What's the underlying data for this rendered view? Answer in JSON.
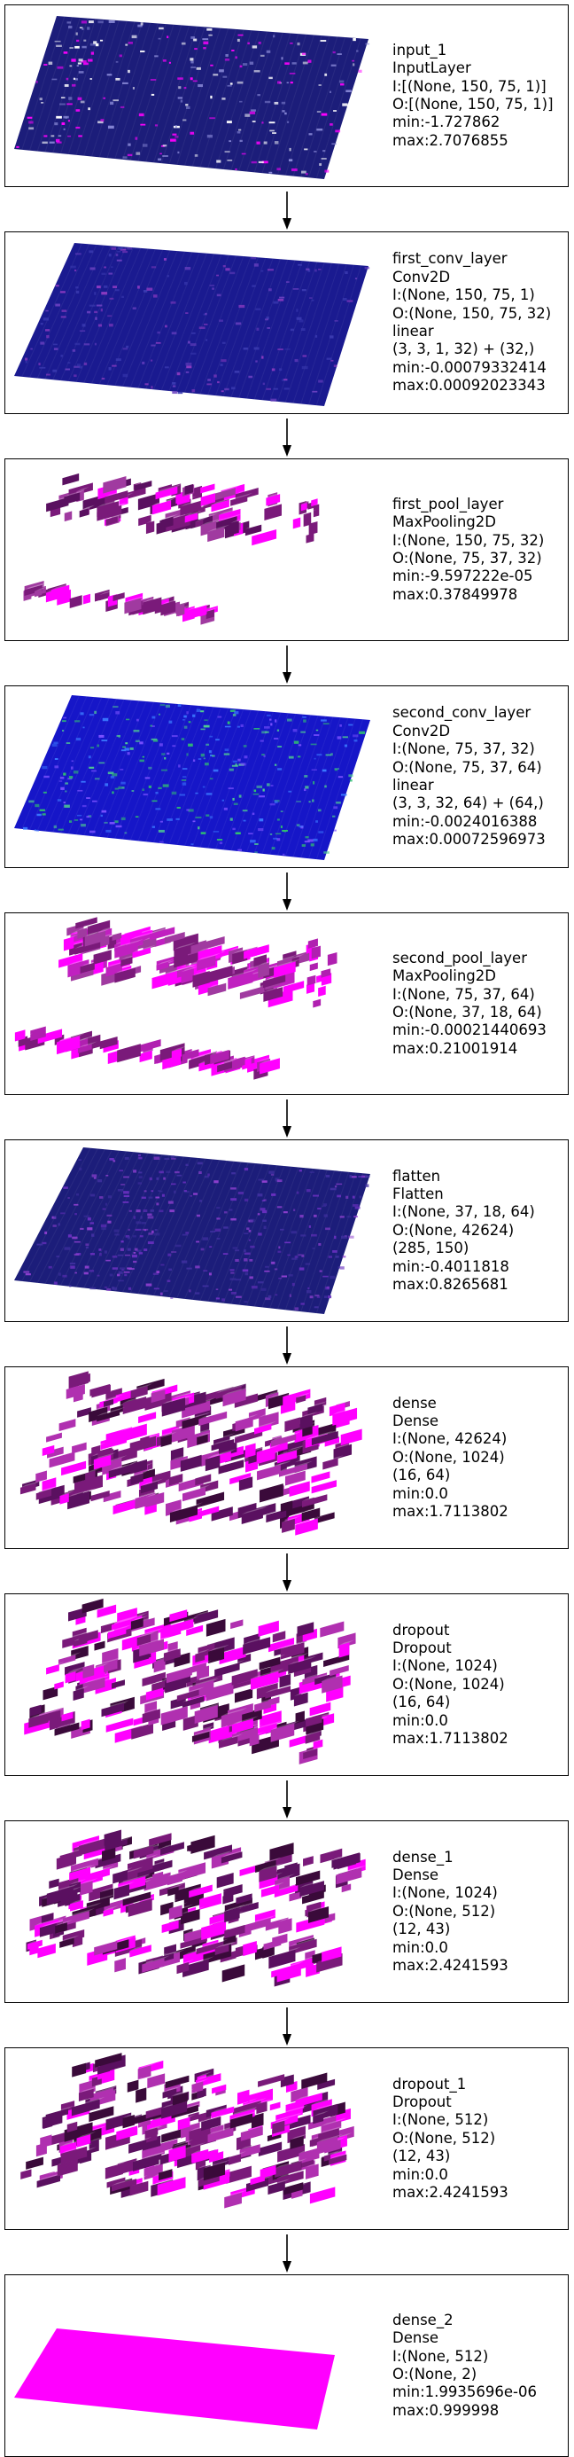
{
  "layers": [
    {
      "name": "input_1",
      "class": "InputLayer",
      "input": "I:[(None, 150, 75, 1)]",
      "output": "O:[(None, 150, 75, 1)]",
      "min": "min:-1.727862",
      "max": "max:2.7076855",
      "style": "slab-navy"
    },
    {
      "name": "first_conv_layer",
      "class": "Conv2D",
      "input": "I:(None, 150, 75, 1)",
      "output": "O:(None, 150, 75, 32)",
      "activation": "linear",
      "weights": "(3, 3, 1, 32) + (32,)",
      "min": "min:-0.00079332414",
      "max": "max:0.00092023343",
      "style": "slab-navy2"
    },
    {
      "name": "first_pool_layer",
      "class": "MaxPooling2D",
      "input": "I:(None, 150, 75, 32)",
      "output": "O:(None, 75, 37, 32)",
      "min": "min:-9.597222e-05",
      "max": "max:0.37849978",
      "style": "pool1"
    },
    {
      "name": "second_conv_layer",
      "class": "Conv2D",
      "input": "I:(None, 75, 37, 32)",
      "output": "O:(None, 75, 37, 64)",
      "activation": "linear",
      "weights": "(3, 3, 32, 64) + (64,)",
      "min": "min:-0.0024016388",
      "max": "max:0.00072596973",
      "style": "slab-blue"
    },
    {
      "name": "second_pool_layer",
      "class": "MaxPooling2D",
      "input": "I:(None, 75, 37, 64)",
      "output": "O:(None, 37, 18, 64)",
      "min": "min:-0.00021440693",
      "max": "max:0.21001914",
      "style": "pool2"
    },
    {
      "name": "flatten",
      "class": "Flatten",
      "input": "I:(None, 37, 18, 64)",
      "output": "O:(None, 42624)",
      "grid": "(285, 150)",
      "min": "min:-0.4011818",
      "max": "max:0.8265681",
      "style": "slab-flatten"
    },
    {
      "name": "dense",
      "class": "Dense",
      "input": "I:(None, 42624)",
      "output": "O:(None, 1024)",
      "grid": "(16, 64)",
      "min": "min:0.0",
      "max": "max:1.7113802",
      "style": "dense"
    },
    {
      "name": "dropout",
      "class": "Dropout",
      "input": "I:(None, 1024)",
      "output": "O:(None, 1024)",
      "grid": "(16, 64)",
      "min": "min:0.0",
      "max": "max:1.7113802",
      "style": "dense"
    },
    {
      "name": "dense_1",
      "class": "Dense",
      "input": "I:(None, 1024)",
      "output": "O:(None, 512)",
      "grid": "(12, 43)",
      "min": "min:0.0",
      "max": "max:2.4241593",
      "style": "dense"
    },
    {
      "name": "dropout_1",
      "class": "Dropout",
      "input": "I:(None, 512)",
      "output": "O:(None, 512)",
      "grid": "(12, 43)",
      "min": "min:0.0",
      "max": "max:2.4241593",
      "style": "dense"
    },
    {
      "name": "dense_2",
      "class": "Dense",
      "input": "I:(None, 512)",
      "output": "O:(None, 2)",
      "min": "min:1.9935696e-06",
      "max": "max:0.999998",
      "style": "solid"
    }
  ],
  "colors": {
    "navy": "#1c1d7a",
    "blue": "#1616c8",
    "magenta": "#ff00ff",
    "purple": "#7a1a7a",
    "green": "#30c070",
    "border": "#000000"
  }
}
